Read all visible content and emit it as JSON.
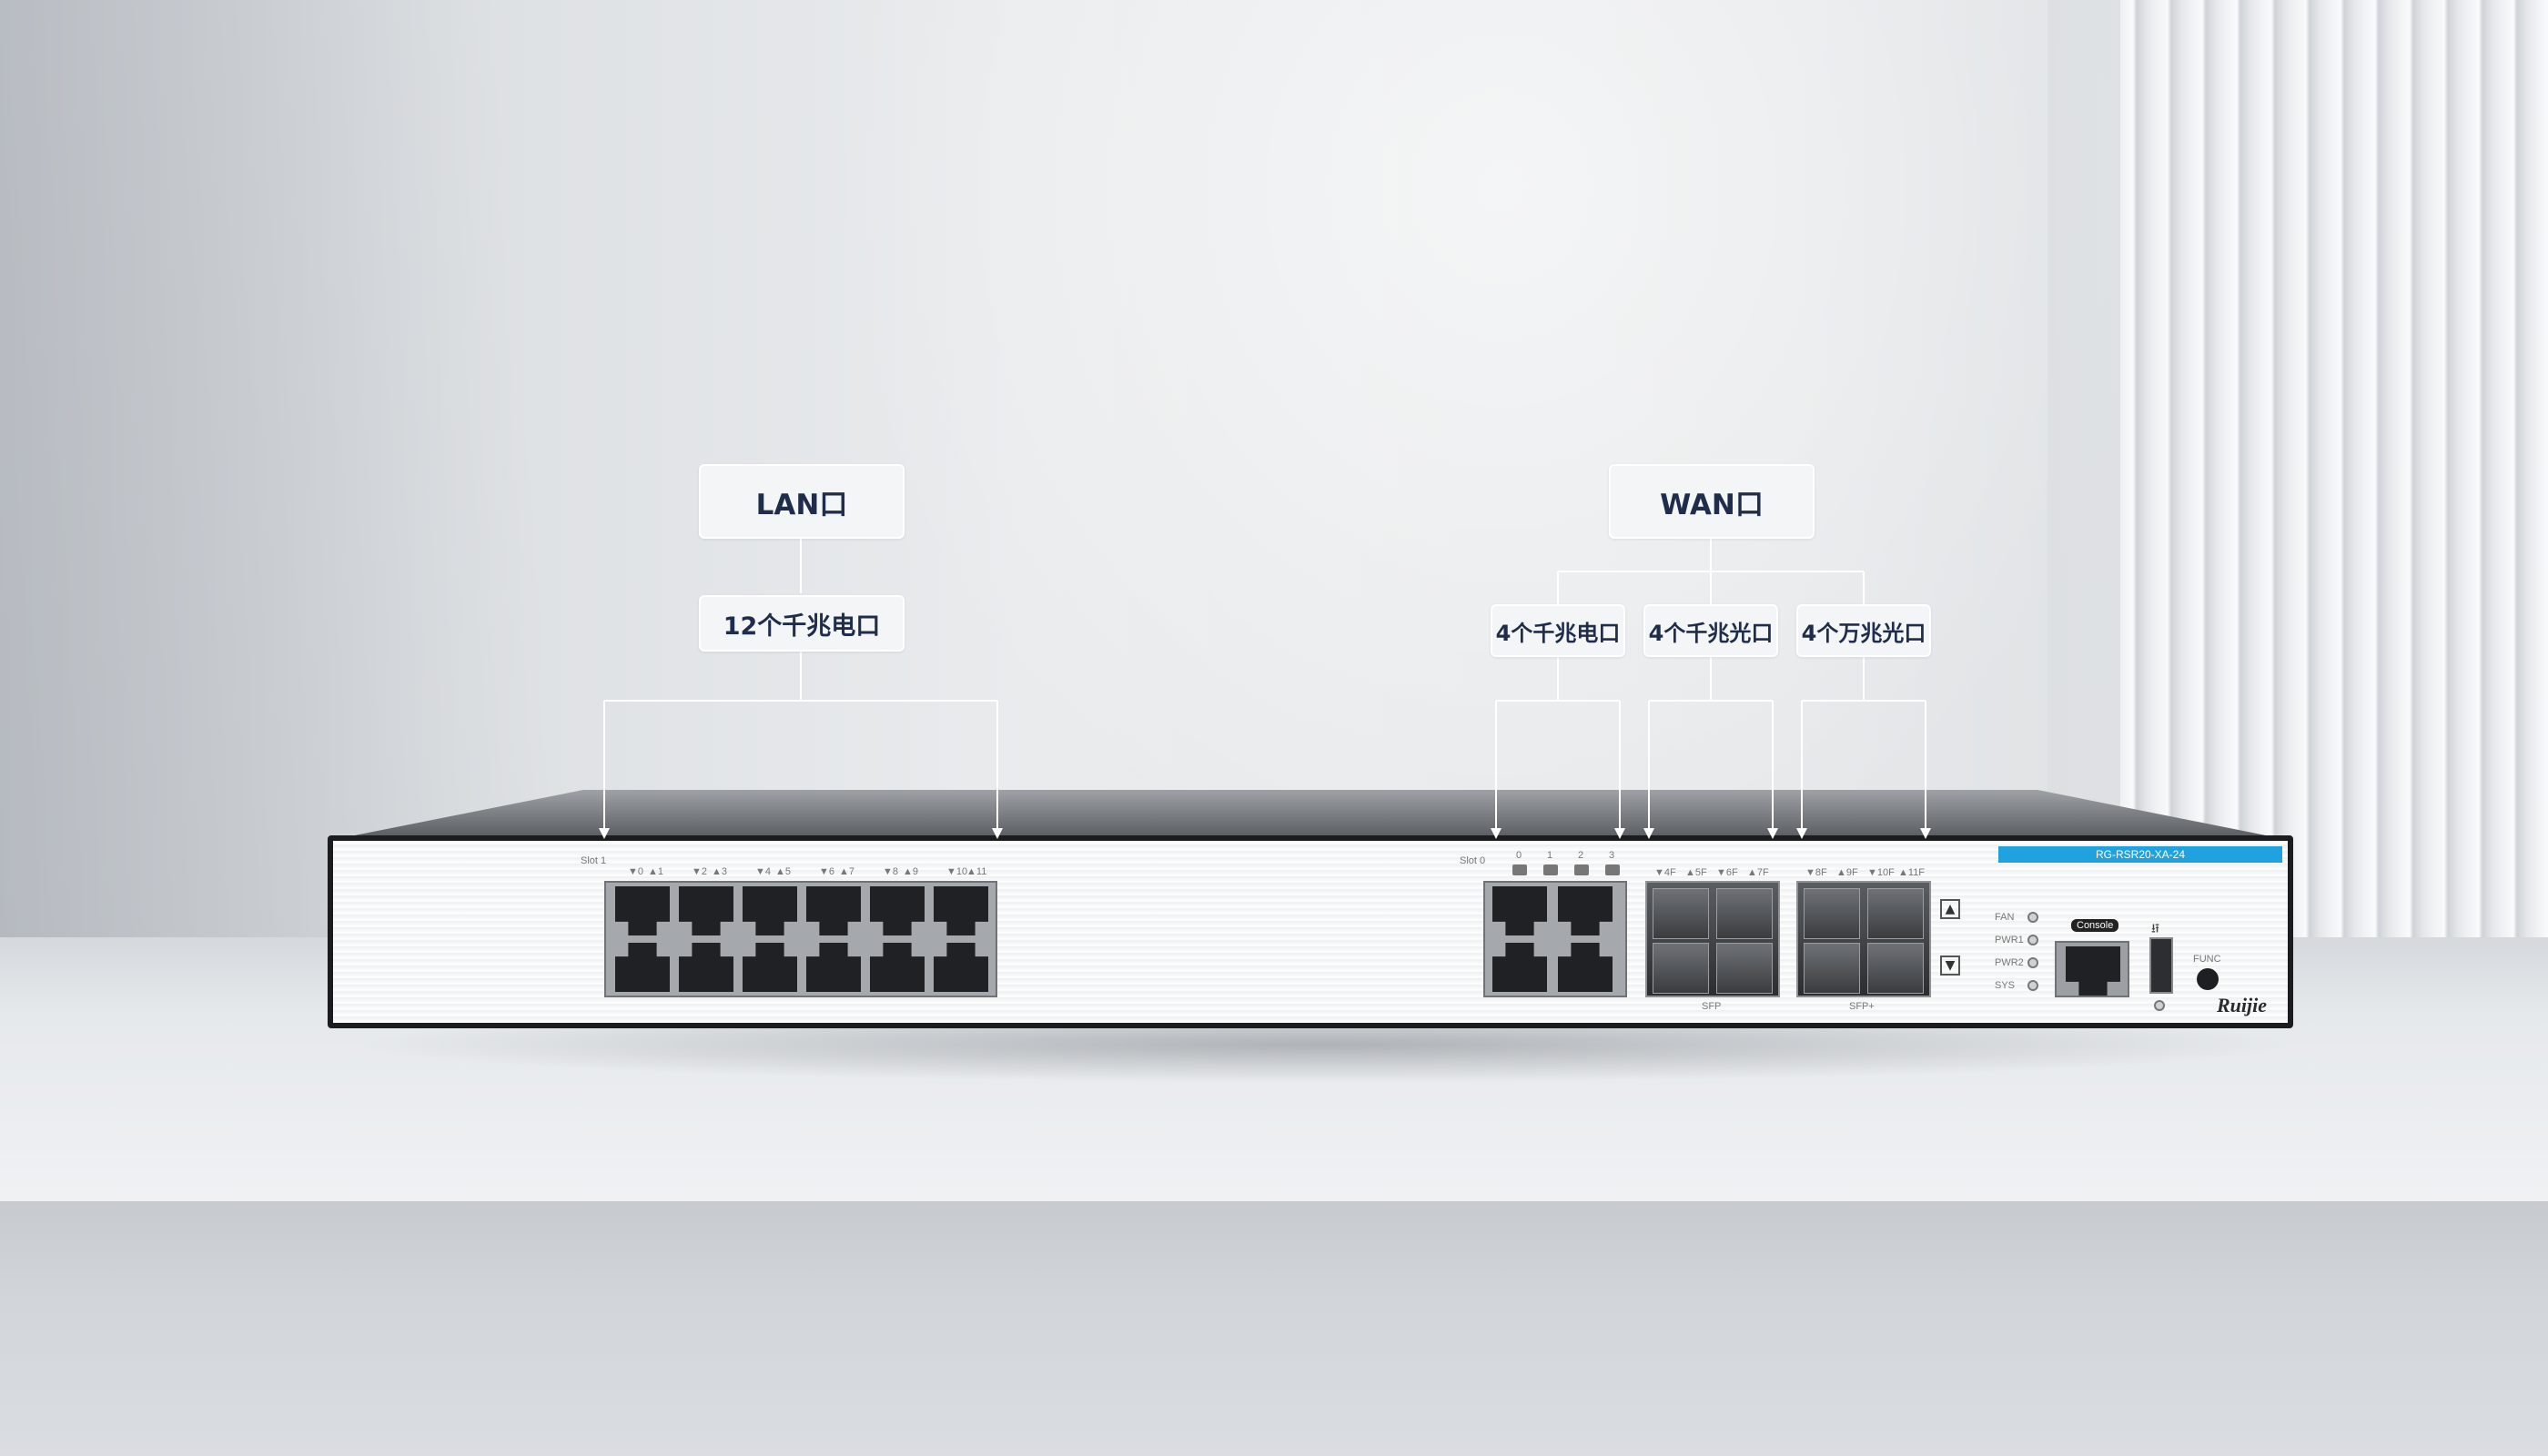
{
  "labels": {
    "lan_title": "LAN口",
    "lan_sub": "12个千兆电口",
    "wan_title": "WAN口",
    "wan_copper": "4个千兆电口",
    "wan_sfp": "4个千兆光口",
    "wan_sfpplus": "4个万兆光口"
  },
  "device": {
    "model": "RG-RSR20-XA-24",
    "brand": "Ruijie",
    "slot1": "Slot 1",
    "slot0": "Slot 0",
    "lan_port_numbers": [
      "0",
      "1",
      "2",
      "3",
      "4",
      "5",
      "6",
      "7",
      "8",
      "9",
      "10",
      "11"
    ],
    "wan_port_numbers": [
      "0",
      "1",
      "2",
      "3"
    ],
    "sfp_port_numbers": [
      "4F",
      "5F",
      "6F",
      "7F"
    ],
    "sfpplus_port_numbers": [
      "8F",
      "9F",
      "10F",
      "11F"
    ],
    "sfp_label": "SFP",
    "sfpplus_label": "SFP+",
    "leds": [
      "FAN",
      "PWR1",
      "PWR2",
      "SYS"
    ],
    "console": "Console",
    "func": "FUNC"
  },
  "colors": {
    "label_text": "#1f2d4a",
    "model_bar": "#1fa2dd"
  }
}
